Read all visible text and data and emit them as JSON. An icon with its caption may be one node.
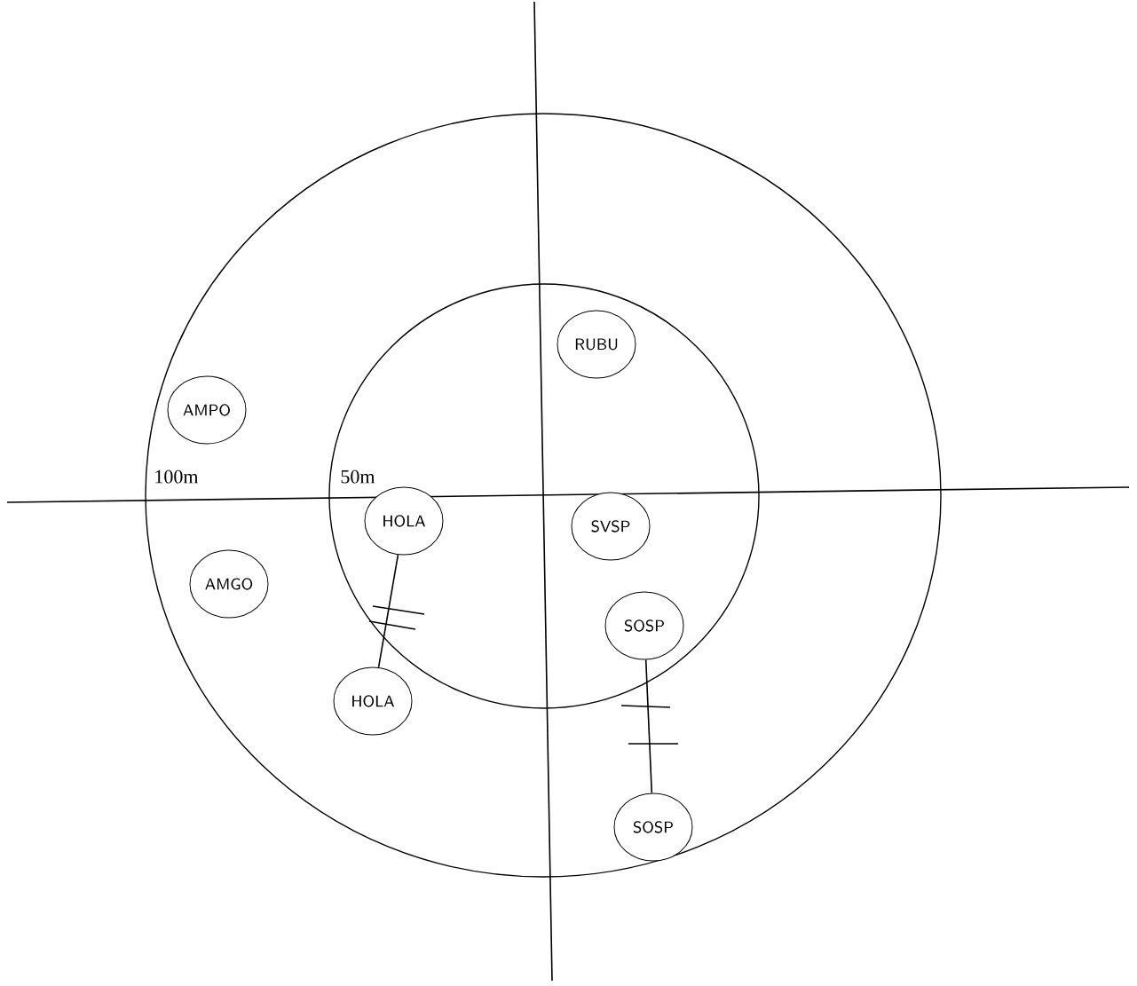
{
  "diagram": {
    "nodes": [
      {
        "text": [
          "RUBU"
        ]
      },
      {
        "text": [
          "AMPO"
        ]
      },
      {
        "text": [
          "HOLA"
        ]
      },
      {
        "text": [
          "SVSP"
        ]
      },
      {
        "text": [
          "AMGO"
        ]
      },
      {
        "text": [
          "SOSP"
        ]
      },
      {
        "text": [
          "HOLA"
        ]
      },
      {
        "text": [
          "SOSP"
        ]
      }
    ],
    "edges": [
      {
        "from": 2,
        "to": 6,
        "arrow": "none"
      },
      {
        "from": 5,
        "to": 7,
        "arrow": "none"
      }
    ],
    "labels": [
      "100m",
      "50m"
    ]
  }
}
